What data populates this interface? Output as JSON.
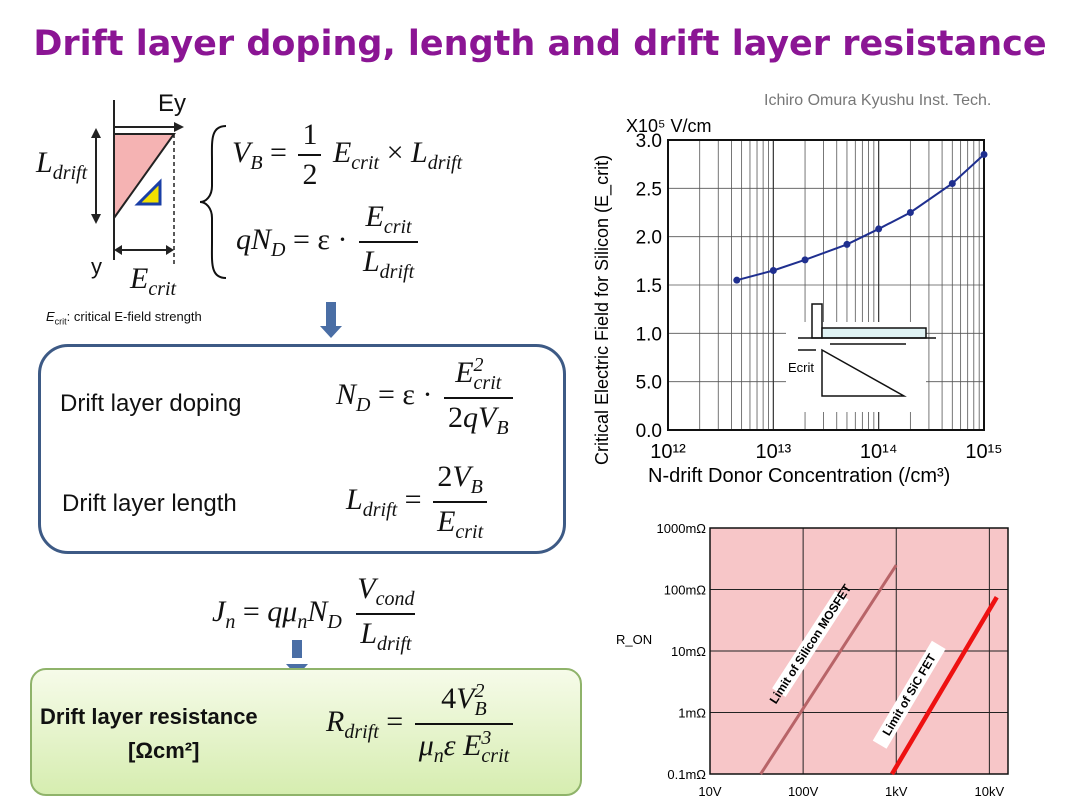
{
  "title": "Drift layer doping, length and drift layer resistance",
  "credit": "Ichiro Omura Kyushu Inst. Tech.",
  "diagram": {
    "ey_label": "Ey",
    "y_label": "y",
    "ldrift_label": "L",
    "ldrift_sub": "drift",
    "ecrit_label": "E",
    "ecrit_sub": "crit",
    "note_symbol": "E",
    "note_sub": "crit",
    "note_text": ": critical E-field strength"
  },
  "equations": {
    "vb": "V_B = ½ E_crit × L_drift",
    "qnd": "qN_D = ε · E_crit / L_drift",
    "nd": "N_D = ε · E_crit² / 2qV_B",
    "ldrift": "L_drift = 2V_B / E_crit",
    "jn": "J_n = qμ_n N_D V_cond / L_drift",
    "rdrift": "R_drift = 4V_B² / μ_n ε E_crit³"
  },
  "box1": {
    "doping_label": "Drift layer doping",
    "length_label": "Drift layer length"
  },
  "box2": {
    "resistance_label": "Drift layer resistance",
    "unit_label": "[Ωcm²]"
  },
  "colors": {
    "title": "#8b1594",
    "box_border": "#3d5a85",
    "arrow": "#4a6ea5",
    "plot_line": "#1f2f8f",
    "ron_bg": "#f7c6c8",
    "si_line": "#b86468",
    "sic_line": "#ee1111"
  },
  "chart_data": [
    {
      "type": "line",
      "y_unit_label": "X10⁵ V/cm",
      "ylabel": "Critical Electric Field for Silicon (E_crit)",
      "xlabel": "N-drift Donor Concentration (/cm³)",
      "x_scale": "log",
      "xlim": [
        1000000000000.0,
        1000000000000000.0
      ],
      "ylim": [
        0.0,
        3.0
      ],
      "x_tick_labels": [
        "10¹²",
        "10¹³",
        "10¹⁴",
        "10¹⁵"
      ],
      "y_tick_labels": [
        "0.0",
        "5.0",
        "1.0",
        "1.5",
        "2.0",
        "2.5",
        "3.0"
      ],
      "grid": true,
      "inset_label": "Ecrit",
      "series": [
        {
          "x": [
            4500000000000.0,
            10000000000000.0,
            20000000000000.0,
            50000000000000.0,
            100000000000000.0,
            200000000000000.0,
            500000000000000.0,
            1000000000000000.0
          ],
          "y": [
            1.55,
            1.65,
            1.76,
            1.92,
            2.08,
            2.25,
            2.55,
            2.85
          ]
        }
      ]
    },
    {
      "type": "line",
      "ylabel": "R_ON",
      "x_scale": "log",
      "y_scale": "log",
      "x_tick_labels": [
        "10V",
        "100V",
        "1kV",
        "10kV"
      ],
      "y_tick_labels": [
        "0.1mΩ",
        "1mΩ",
        "10mΩ",
        "100mΩ",
        "1000mΩ"
      ],
      "series": [
        {
          "name": "Limit of Silicon MOSFET",
          "x": [
            35,
            1000
          ],
          "y": [
            0.1,
            250
          ]
        },
        {
          "name": "Limit of SiC FET",
          "x": [
            900,
            12000
          ],
          "y": [
            0.1,
            75
          ]
        }
      ]
    }
  ]
}
